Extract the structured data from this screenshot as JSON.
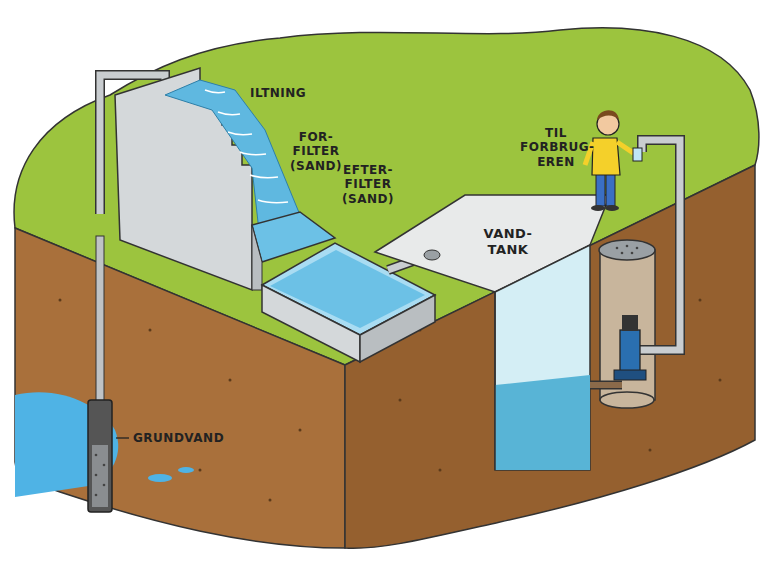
{
  "diagram": {
    "nodes": [
      {
        "text": [
          "VAND- TANK"
        ]
      }
    ],
    "labels": [
      "ILTNING",
      "FOR- FILTER (SAND)",
      "EFTER- FILTER (SAND)",
      "TIL FORBRUG- EREN",
      "GRUNDVAND"
    ]
  }
}
